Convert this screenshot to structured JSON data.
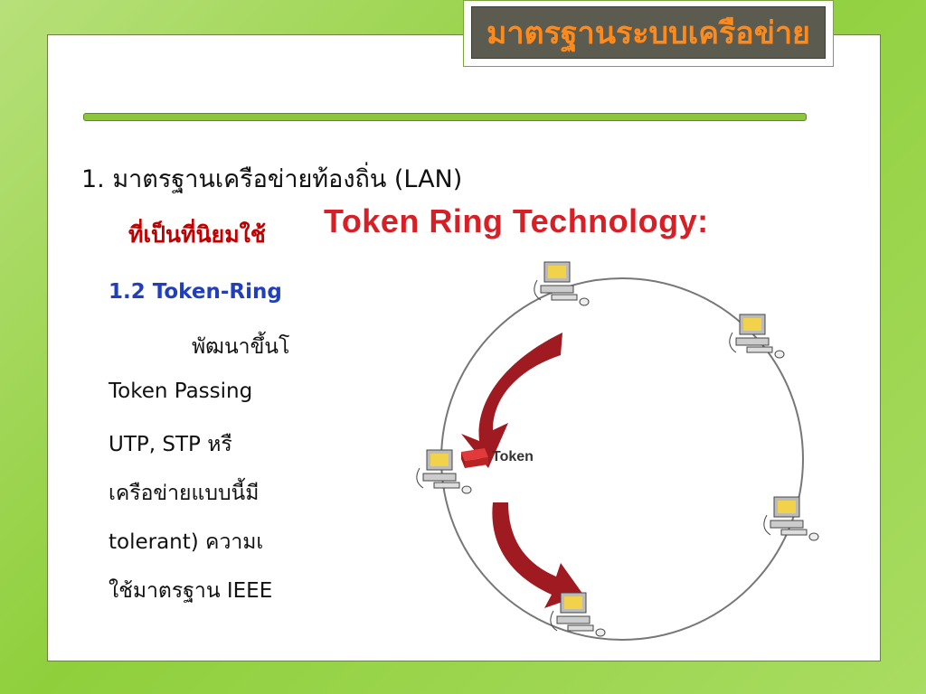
{
  "header": {
    "title": "มาตรฐานระบบเครือข่าย"
  },
  "heading": {
    "main": "1. มาตรฐานเครือข่ายท้องถิ่น (LAN)",
    "sub": "ที่เป็นที่นิยมใช้"
  },
  "body": {
    "section_title": "1.2 Token-Ring",
    "lines": [
      "พัฒนาขึ้นโ",
      "Token  Passing",
      "UTP,    STP    หรื",
      "เครือข่ายแบบนี้มี",
      "tolerant)  ความเ",
      "ใช้มาตรฐาน IEEE"
    ]
  },
  "figure": {
    "title": "Token Ring Technology:",
    "token_label": "Token"
  },
  "colors": {
    "background": "#9fd452",
    "title_text": "#ff8a1c",
    "title_box": "#5b5b50",
    "accent_red": "#c00000",
    "section_blue": "#1f3fbf",
    "arrow_red": "#a01a22"
  },
  "icons": {
    "computer": "computer-icon",
    "arrow": "curved-arrow-icon"
  }
}
